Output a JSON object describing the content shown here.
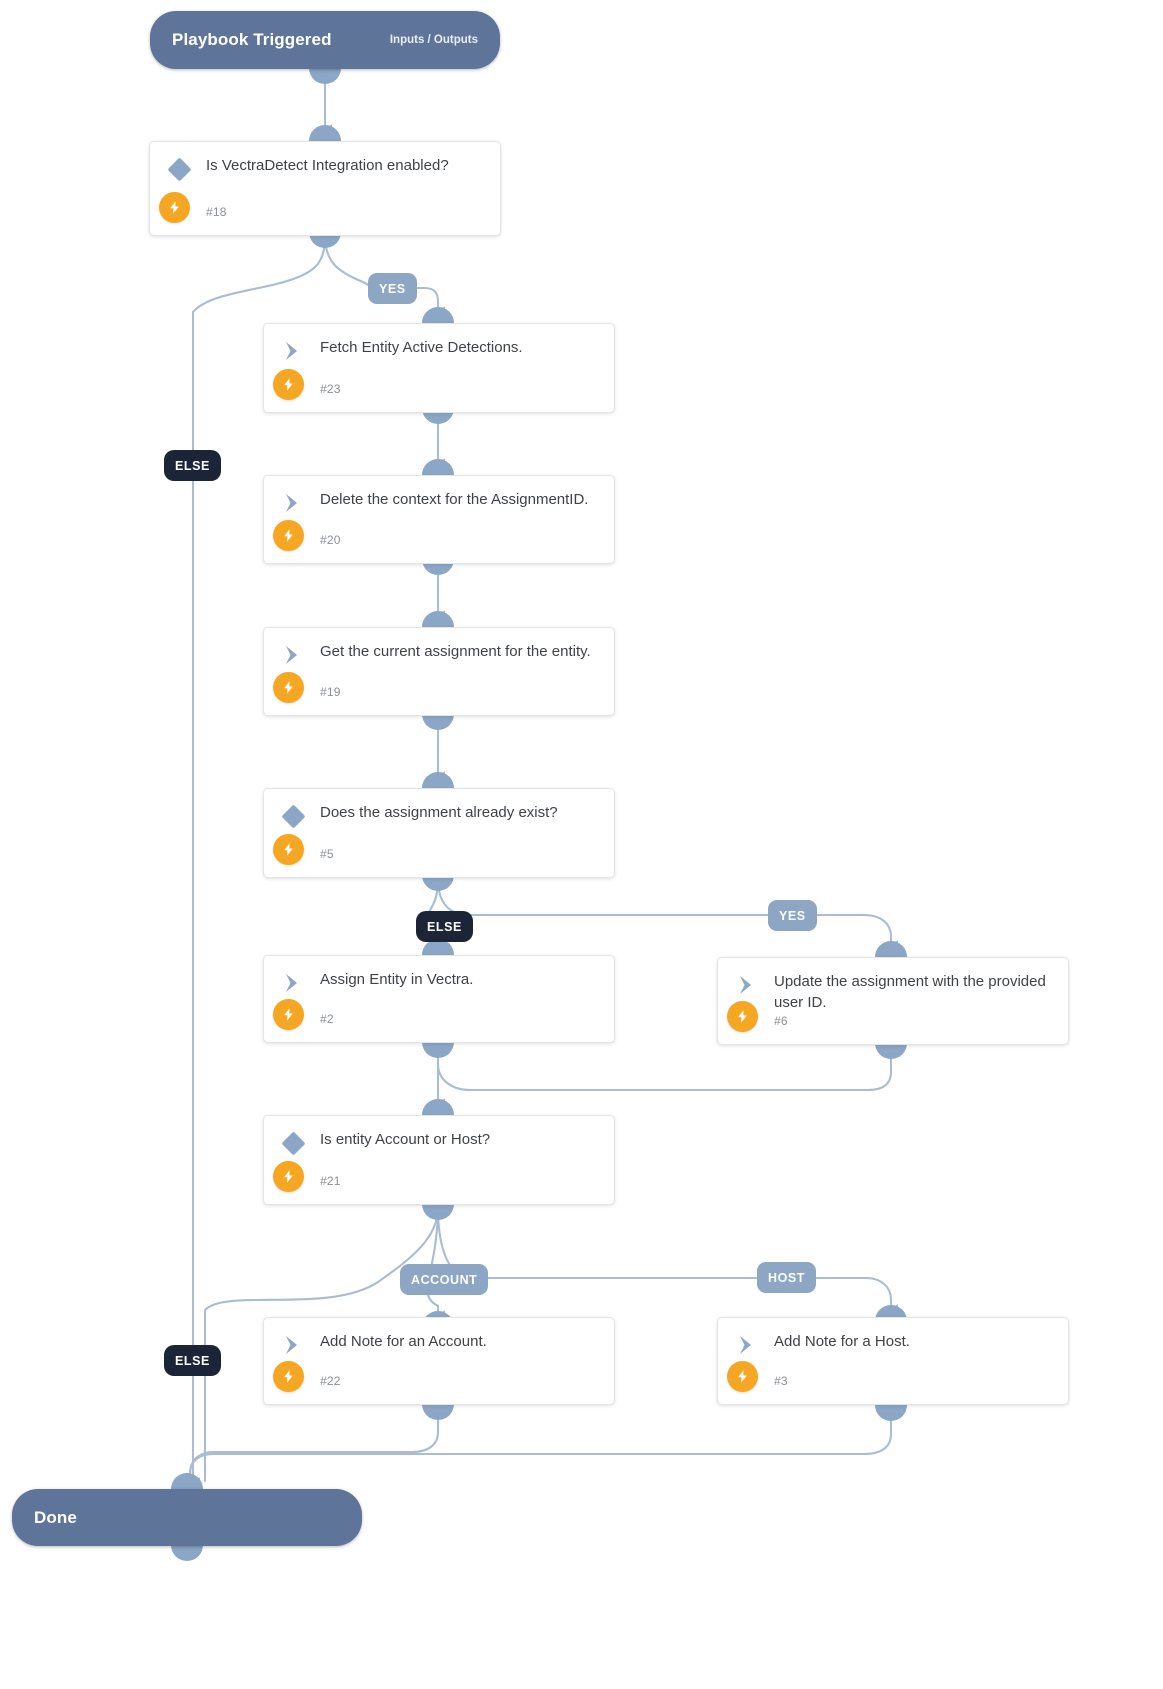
{
  "diagram": {
    "kind": "playbook-flowchart",
    "colors": {
      "terminal": "#5e7499",
      "port": "#8ba6c6",
      "edge": "#a9bcd2",
      "bolt": "#f5a623",
      "branch_label": "#8ca6c4",
      "else_label": "#1c2537",
      "card_bg": "#ffffff",
      "card_border": "#e3e5e8",
      "title_text": "#3f4246",
      "id_text": "#8b8f95"
    }
  },
  "start": {
    "title": "Playbook Triggered",
    "subtitle": "Inputs / Outputs"
  },
  "end": {
    "title": "Done"
  },
  "nodes": [
    {
      "id": "n18",
      "type": "condition",
      "icon": "diamond-icon",
      "title": "Is VectraDetect Integration enabled?",
      "number": "#18"
    },
    {
      "id": "n23",
      "type": "task",
      "icon": "chevron-icon",
      "title": "Fetch Entity Active Detections.",
      "number": "#23"
    },
    {
      "id": "n20",
      "type": "task",
      "icon": "chevron-icon",
      "title": "Delete the context for the AssignmentID.",
      "number": "#20"
    },
    {
      "id": "n19",
      "type": "task",
      "icon": "chevron-icon",
      "title": "Get the current assignment for the entity.",
      "number": "#19"
    },
    {
      "id": "n5",
      "type": "condition",
      "icon": "diamond-icon",
      "title": "Does the assignment already exist?",
      "number": "#5"
    },
    {
      "id": "n2",
      "type": "task",
      "icon": "chevron-icon",
      "title": "Assign Entity in Vectra.",
      "number": "#2"
    },
    {
      "id": "n6",
      "type": "task",
      "icon": "chevron-icon",
      "title": "Update the assignment with the provided user ID.",
      "number": "#6"
    },
    {
      "id": "n21",
      "type": "condition",
      "icon": "diamond-icon",
      "title": "Is entity Account or Host?",
      "number": "#21"
    },
    {
      "id": "n22",
      "type": "task",
      "icon": "chevron-icon",
      "title": "Add Note for an Account.",
      "number": "#22"
    },
    {
      "id": "n3",
      "type": "task",
      "icon": "chevron-icon",
      "title": "Add Note for a Host.",
      "number": "#3"
    }
  ],
  "branch_labels": {
    "yes_1": "YES",
    "else_1": "ELSE",
    "else_2": "ELSE",
    "yes_2": "YES",
    "account": "ACCOUNT",
    "host": "HOST",
    "else_3": "ELSE"
  }
}
